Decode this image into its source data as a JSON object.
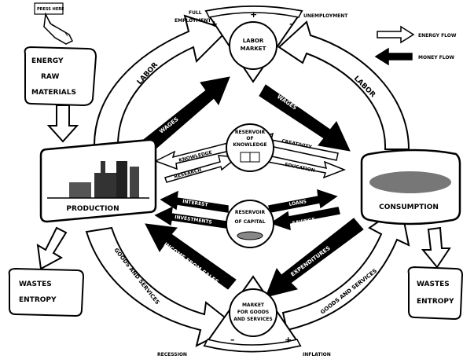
{
  "pointer_sign": "PRESS HERE",
  "legend": {
    "energy_flow": "ENERGY FLOW",
    "money_flow": "MONEY FLOW"
  },
  "nodes": {
    "labor_market": "LABOR MARKET",
    "production": "PRODUCTION",
    "consumption": "CONSUMPTION",
    "market_goods": [
      "MARKET",
      "FOR GOODS",
      "AND SERVICES"
    ],
    "reservoir_knowledge": [
      "RESERVOIR",
      "OF",
      "KNOWLEDGE"
    ],
    "reservoir_capital": [
      "RESERVOIR",
      "OF CAPITAL"
    ],
    "energy_box": [
      "ENERGY",
      "RAW",
      "MATERIALS"
    ],
    "wastes_left": [
      "WASTES",
      "ENTROPY"
    ],
    "wastes_right": [
      "WASTES",
      "ENTROPY"
    ]
  },
  "gauges": {
    "full_employment": [
      "FULL",
      "EMPLOYMENT"
    ],
    "unemployment": "UNEMPLOYMENT",
    "recession": "RECESSION",
    "inflation": "INFLATION",
    "plus": "+",
    "minus": "–"
  },
  "flows": {
    "labor_left": "LABOR",
    "labor_right": "LABOR",
    "wages_left": "WAGES",
    "wages_right": "WAGES",
    "goods_left": "GOODS AND SERVICES",
    "goods_right": "GOODS AND SERVICES",
    "income_from_sales": "INCOME FROM SALES",
    "expenditures": "EXPENDITURES",
    "knowledge": "KNOWLEDGE",
    "research": "RESEARCH",
    "creativity": "CREATIVITY",
    "education": "EDUCATION",
    "interest": "INTEREST",
    "investments": "INVESTMENTS",
    "loans": "LOANS",
    "savings": "SAVINGS"
  }
}
